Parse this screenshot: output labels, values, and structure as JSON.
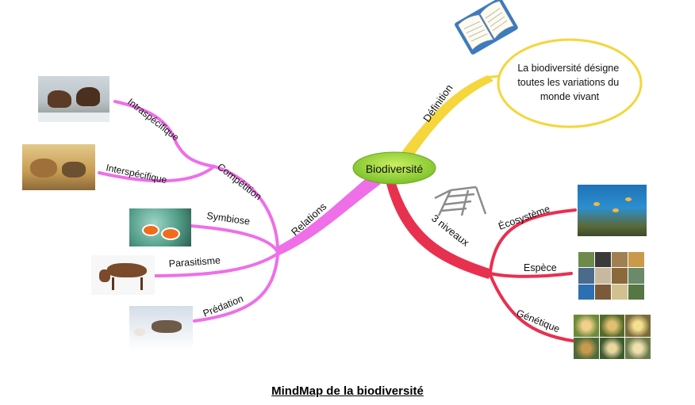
{
  "central": {
    "label": "Biodiversité"
  },
  "branches": {
    "definition": {
      "label": "Définition",
      "note": [
        "La biodiversité désigne",
        "toutes les variations du",
        "monde vivant"
      ],
      "color": "#f5d63c"
    },
    "levels": {
      "label": "3 niveaux",
      "color": "#e8304f",
      "children": [
        "Écosystème",
        "Espèce",
        "Génétique"
      ]
    },
    "relations": {
      "label": "Relations",
      "color": "#ee6fe8",
      "competition": {
        "label": "Compétition",
        "children": [
          "Intraspécifique",
          "Interspécifique"
        ]
      },
      "others": [
        "Symbiose",
        "Parasitisme",
        "Prédation"
      ]
    }
  },
  "caption": "MindMap de la biodiversité",
  "icons": [
    "book-icon",
    "ladder-icon"
  ]
}
